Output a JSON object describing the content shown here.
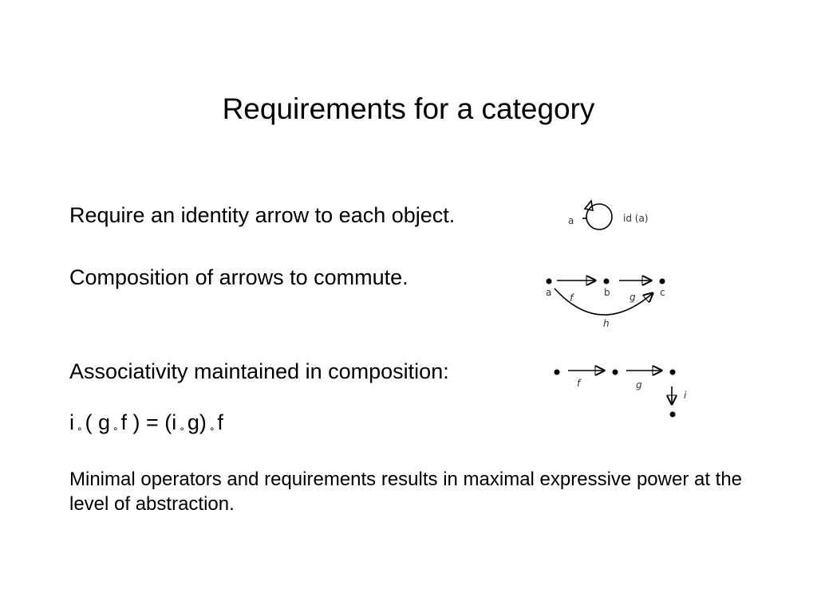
{
  "slide": {
    "title": "Requirements for a category",
    "identity_text": "Require an identity arrow to each object.",
    "composition_text": "Composition of arrows to commute.",
    "associativity_text": "Associativity maintained in composition:",
    "equation": {
      "tokens": [
        "i",
        "( g",
        "f ) = (i",
        "g)",
        "f"
      ],
      "operator": "∘"
    },
    "conclusion_text": "Minimal operators and requirements results in maximal expressive power at the level of abstraction."
  },
  "diagrams": {
    "identity": {
      "object": "a",
      "arrow": "id (a)"
    },
    "composition": {
      "objects": [
        "a",
        "b",
        "c"
      ],
      "arrows": [
        "f",
        "g",
        "h"
      ]
    },
    "associativity": {
      "arrows": [
        "f",
        "g",
        "i"
      ]
    }
  }
}
